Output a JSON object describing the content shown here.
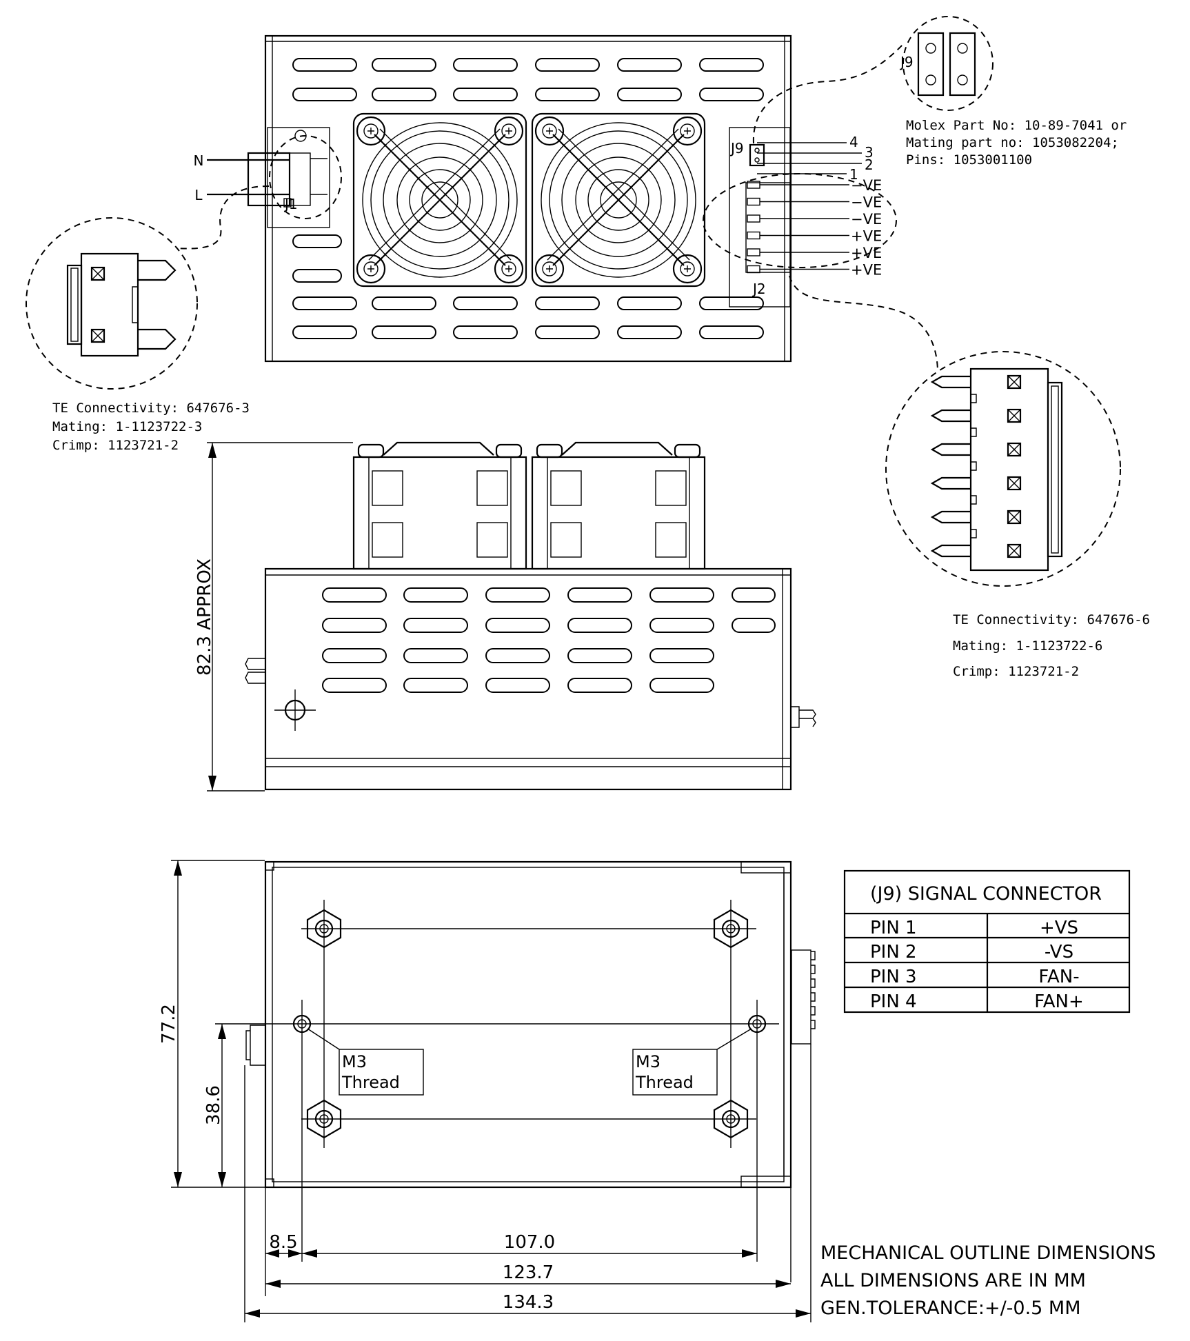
{
  "j1": {
    "label": "J1",
    "n_label": "N",
    "l_label": "L",
    "note": [
      "TE Connectivity: 647676-3",
      "Mating: 1-1123722-3",
      "Crimp: 1123721-2"
    ]
  },
  "j9": {
    "label": "J9",
    "pin_numbers": [
      "4",
      "3",
      "2",
      "1"
    ],
    "note": [
      "Molex Part No: 10-89-7041 or",
      "Mating part no: 1053082204;",
      "Pins: 1053001100"
    ]
  },
  "j2": {
    "label": "J2",
    "outputs": [
      "−VE",
      "−VE",
      "−VE",
      "+VE",
      "+VE",
      "+VE"
    ],
    "note": [
      "TE Connectivity: 647676-6",
      "Mating: 1-1123722-6",
      "Crimp: 1123721-2"
    ]
  },
  "dimensions": {
    "height": "82.3 APPROX",
    "width_side": "77.2",
    "half_width": "38.6",
    "hole_offset": "8.5",
    "hole_pitch": "107.0",
    "body_length": "123.7",
    "overall_length": "134.3"
  },
  "thread_labels": [
    {
      "size": "M3",
      "type": "Thread"
    },
    {
      "size": "M3",
      "type": "Thread"
    }
  ],
  "signal_table": {
    "title": "(J9) SIGNAL CONNECTOR",
    "rows": [
      {
        "pin": "PIN 1",
        "signal": "+VS"
      },
      {
        "pin": "PIN 2",
        "signal": "-VS"
      },
      {
        "pin": "PIN 3",
        "signal": "FAN-"
      },
      {
        "pin": "PIN 4",
        "signal": "FAN+"
      }
    ]
  },
  "footer_notes": [
    "MECHANICAL OUTLINE DIMENSIONS",
    "ALL DIMENSIONS ARE IN MM",
    "GEN.TOLERANCE:+/-0.5 MM"
  ]
}
